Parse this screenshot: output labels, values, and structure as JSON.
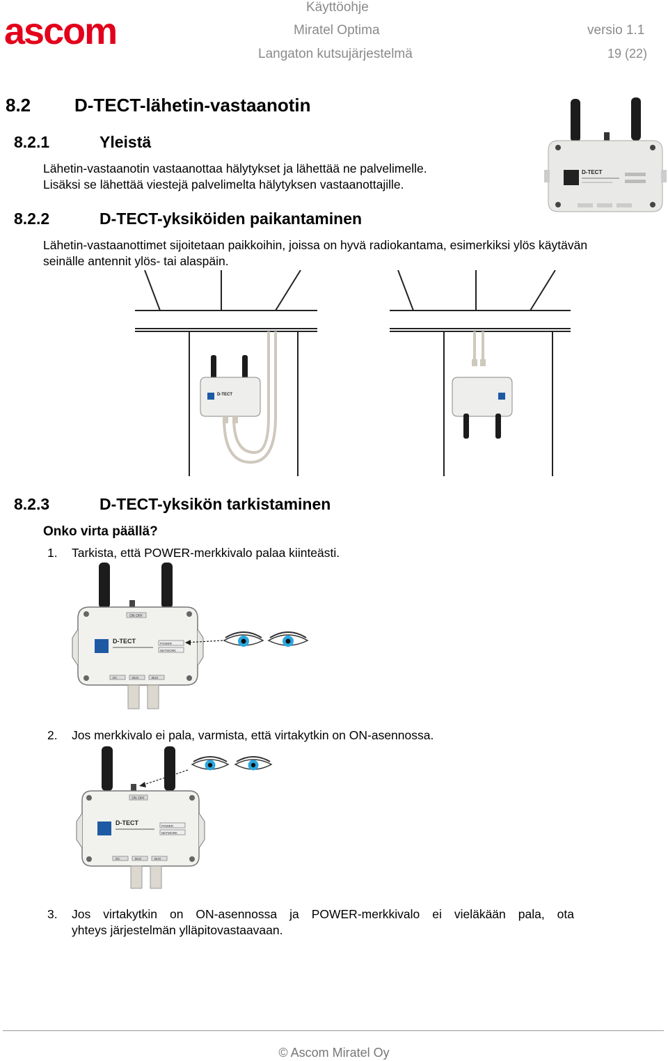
{
  "header": {
    "logo": "ascom",
    "doc_type": "Käyttöohje",
    "product": "Miratel Optima",
    "version": "versio 1.1",
    "system": "Langaton kutsujärjestelmä",
    "page": "19 (22)"
  },
  "section": {
    "num": "8.2",
    "title": "D-TECT-lähetin-vastaanotin",
    "sub1": {
      "num": "8.2.1",
      "title": "Yleistä",
      "line1": "Lähetin-vastaanotin vastaanottaa hälytykset ja lähettää ne palvelimelle.",
      "line2": "Lisäksi se lähettää viestejä palvelimelta hälytyksen vastaanottajille."
    },
    "sub2": {
      "num": "8.2.2",
      "title": "D-TECT-yksiköiden paikantaminen",
      "line1": "Lähetin-vastaanottimet sijoitetaan paikkoihin, joissa on hyvä radiokantama, esimerkiksi ylös käytävän",
      "line2": "seinälle antennit ylös- tai alaspäin."
    },
    "sub3": {
      "num": "8.2.3",
      "title": "D-TECT-yksikön tarkistaminen",
      "question": "Onko virta päällä?",
      "steps": [
        {
          "num": "1.",
          "text": "Tarkista, että POWER-merkkivalo palaa kiinteästi."
        },
        {
          "num": "2.",
          "text": "Jos merkkivalo ei pala, varmista, että virtakytkin on ON-asennossa."
        },
        {
          "num": "3.",
          "line1": "Jos virtakytkin on ON-asennossa ja POWER-merkkivalo ei vieläkään pala, ota",
          "line2": "yhteys järjestelmän ylläpitovastaavaan."
        }
      ]
    }
  },
  "device": {
    "brand": "D-TECT",
    "onoff": "ON OFF",
    "power": "POWER",
    "network": "NETWORK",
    "dc": "DC",
    "bus": "BUS"
  },
  "footer": "© Ascom Miratel Oy",
  "colors": {
    "brand_red": "#e3001b",
    "header_gray": "#8a8a8a",
    "eye_blue": "#2aa7e0",
    "device_badge": "#1d5aa3"
  }
}
